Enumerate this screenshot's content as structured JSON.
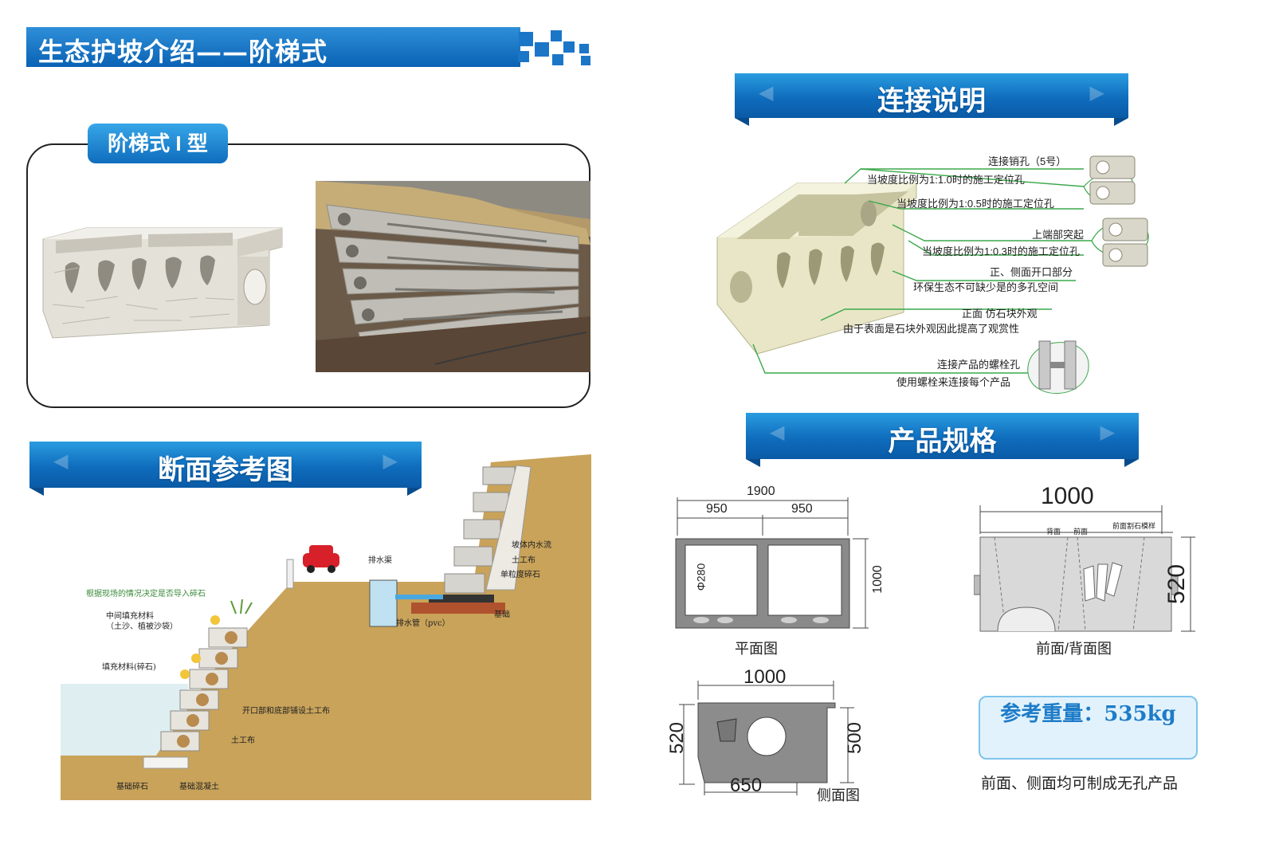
{
  "header": {
    "title": "生态护坡介绍——阶梯式"
  },
  "type_section": {
    "tag": "阶梯式 I 型"
  },
  "connection": {
    "title": "连接说明",
    "callouts": [
      "连接销孔（5号）",
      "当坡度比例为1:1.0时的施工定位孔",
      "当坡度比例为1:0.5时的施工定位孔",
      "上端部突起",
      "当坡度比例为1:0.3时的施工定位孔",
      "正、侧面开口部分",
      "环保生态不可缺少是的多孔空间",
      "正面 仿石块外观",
      "由于表面是石块外观因此提高了观赏性",
      "连接产品的螺栓孔",
      "使用螺栓来连接每个产品"
    ]
  },
  "section": {
    "title": "断面参考图",
    "labels": {
      "note": "根据现场的情况决定是否导入碎石",
      "mid_fill": "中间填充材料",
      "mid_fill_sub": "（土沙、植被沙袋）",
      "fill": "填充材料(碎石)",
      "geotextile_open": "开口部和底部铺设土工布",
      "geotextile": "土工布",
      "base_stone": "基础碎石",
      "base_concrete": "基础混凝土",
      "drain_channel": "排水渠",
      "drain_pipe": "排水管（pvc）",
      "foundation": "基础",
      "slope_water": "坡体内水流",
      "geotextile2": "土工布",
      "single_gravel": "单粒度碎石"
    }
  },
  "spec": {
    "title": "产品规格",
    "plan": {
      "total": "1900",
      "left": "950",
      "right": "950",
      "depth": "1000",
      "hole": "Φ280",
      "caption": "平面图"
    },
    "front": {
      "width": "1000",
      "height": "520",
      "back_label": "背面",
      "front_label": "前面",
      "stone_label": "前面割石模样",
      "caption": "前面/背面图"
    },
    "side": {
      "top": "1000",
      "bottom": "650",
      "left_h": "520",
      "right_h": "500",
      "caption": "侧面图"
    },
    "weight": "参考重量：535kg",
    "note": "前面、侧面均可制成无孔产品"
  },
  "colors": {
    "brand_blue": "#0f6dbd",
    "accent_green": "#3aa84a",
    "soil": "#c9a35a"
  }
}
